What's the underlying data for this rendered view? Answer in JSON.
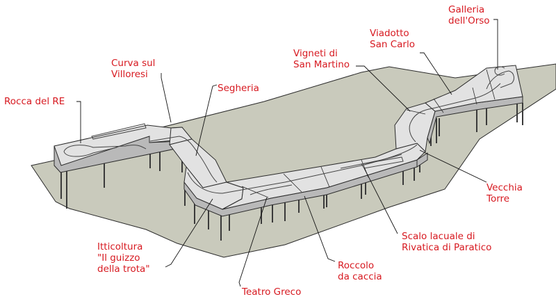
{
  "colors": {
    "label": "#d71920",
    "floor": "#c9cabc",
    "deck_top": "#e2e2e2",
    "deck_side": "#b9b9b9",
    "leg": "#3a3a3a"
  },
  "labels": {
    "rocca": [
      "Rocca del RE"
    ],
    "curva": [
      "Curva sul",
      "Villoresi"
    ],
    "segheria": [
      "Segheria"
    ],
    "vigneti": [
      "Vigneti di",
      "San Martino"
    ],
    "viadotto": [
      "Viadotto",
      "San Carlo"
    ],
    "galleria": [
      "Galleria",
      "dell'Orso"
    ],
    "vecchia": [
      "Vecchia",
      "Torre"
    ],
    "scalo": [
      "Scalo lacuale di",
      "Rivatica di Paratico"
    ],
    "roccolo": [
      "Roccolo",
      "da caccia"
    ],
    "teatro": [
      "Teatro Greco"
    ],
    "itticoltura": [
      "Itticoltura",
      "\"Il guizzo",
      "della trota\""
    ]
  }
}
